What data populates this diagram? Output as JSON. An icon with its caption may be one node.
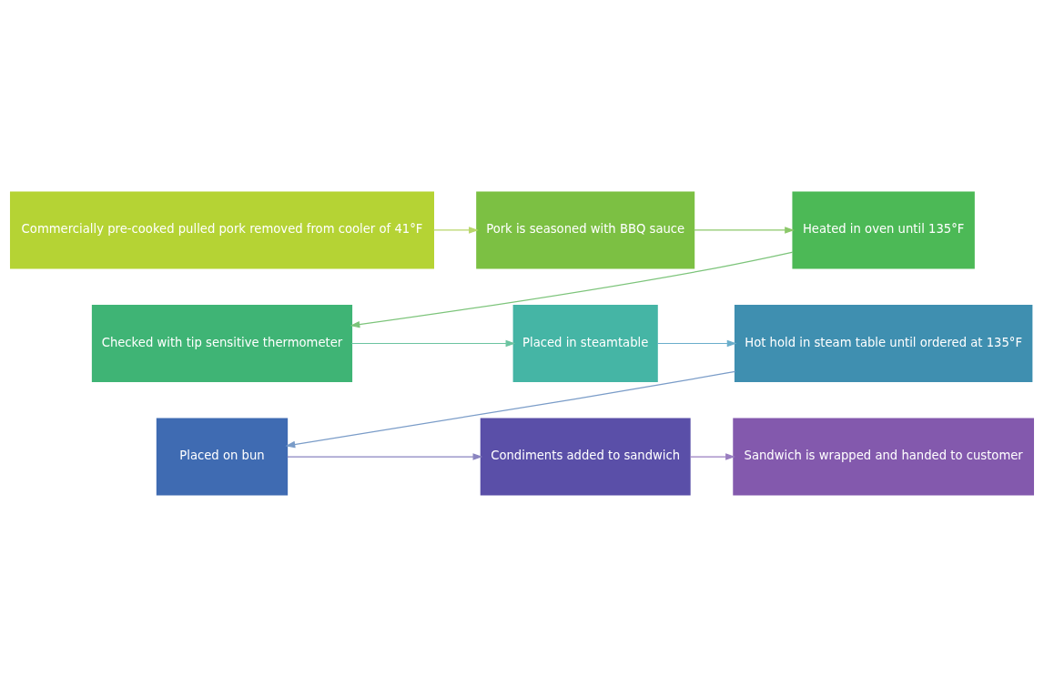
{
  "diagram": {
    "nodes": [
      {
        "text": [
          "Commercially pre-cooked pulled pork removed from cooler of 41°F"
        ]
      },
      {
        "text": [
          "Pork is seasoned with BBQ sauce"
        ]
      },
      {
        "text": [
          "Heated in oven until 135°F"
        ]
      },
      {
        "text": [
          "Checked with tip sensitive thermometer"
        ]
      },
      {
        "text": [
          "Placed in steamtable"
        ]
      },
      {
        "text": [
          "Hot hold in steam table until ordered at 135°F"
        ]
      },
      {
        "text": [
          "Placed on bun"
        ]
      },
      {
        "text": [
          "Condiments added to sandwich"
        ]
      },
      {
        "text": [
          "Sandwich is wrapped and handed to customer"
        ]
      }
    ],
    "edges": [
      {
        "from": 0,
        "to": 1,
        "arrow": "to",
        "color": "#b8d66a"
      },
      {
        "from": 1,
        "to": 2,
        "arrow": "to",
        "color": "#8cc86a"
      },
      {
        "from": 2,
        "to": 3,
        "arrow": "to",
        "color": "#7cc47a"
      },
      {
        "from": 3,
        "to": 4,
        "arrow": "to",
        "color": "#6cc4a0"
      },
      {
        "from": 4,
        "to": 5,
        "arrow": "to",
        "color": "#6aaecb"
      },
      {
        "from": 5,
        "to": 6,
        "arrow": "to",
        "color": "#7a9cc8"
      },
      {
        "from": 6,
        "to": 7,
        "arrow": "to",
        "color": "#8a84c0"
      },
      {
        "from": 7,
        "to": 8,
        "arrow": "to",
        "color": "#9a7ec0"
      }
    ]
  }
}
